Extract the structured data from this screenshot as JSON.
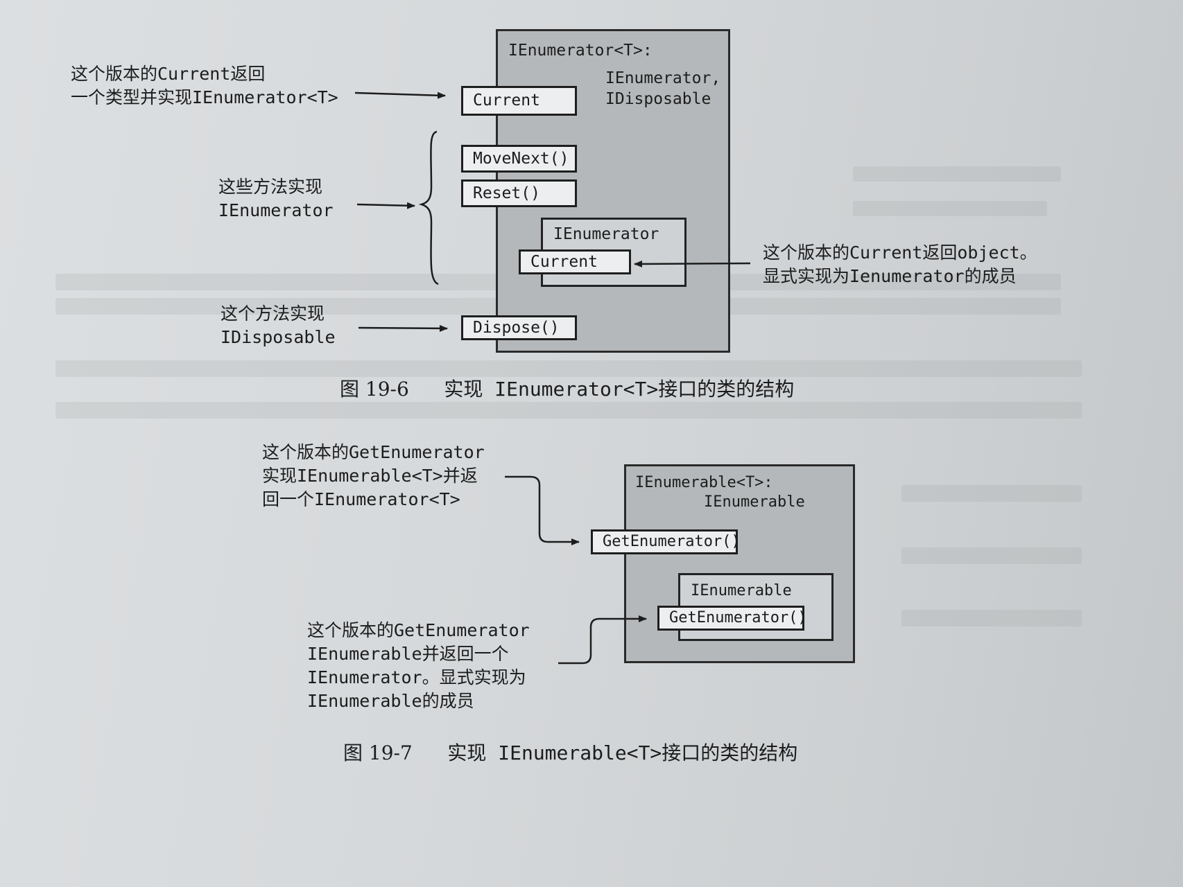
{
  "fig1": {
    "outer_header_line1": "IEnumerator<T>:",
    "outer_header_line2": "IEnumerator,",
    "outer_header_line3": "IDisposable",
    "current": "Current",
    "movenext": "MoveNext()",
    "reset": "Reset()",
    "inner_title": "IEnumerator",
    "inner_current": "Current",
    "dispose": "Dispose()",
    "note_current_line1": "这个版本的Current返回",
    "note_current_line2": "一个类型并实现IEnumerator<T>",
    "note_methods_line1": "这些方法实现",
    "note_methods_line2": "IEnumerator",
    "note_object_line1": "这个版本的Current返回object。",
    "note_object_line2": "显式实现为Ienumerator的成员",
    "note_dispose_line1": "这个方法实现",
    "note_dispose_line2": "IDisposable",
    "caption_label": "图 19-6",
    "caption_text": "实现 IEnumerator<T>接口的类的结构"
  },
  "fig2": {
    "outer_header_line1": "IEnumerable<T>:",
    "outer_header_line2": "IEnumerable",
    "getenumerator": "GetEnumerator()",
    "inner_title": "IEnumerable",
    "inner_getenumerator": "GetEnumerator()",
    "note_generic_line1": "这个版本的GetEnumerator",
    "note_generic_line2": "实现IEnumerable<T>并返",
    "note_generic_line3": "回一个IEnumerator<T>",
    "note_nongeneric_line1": "这个版本的GetEnumerator",
    "note_nongeneric_line2": "IEnumerable并返回一个",
    "note_nongeneric_line3": "IEnumerator。显式实现为",
    "note_nongeneric_line4": "IEnumerable的成员",
    "caption_label": "图 19-7",
    "caption_text": "实现 IEnumerable<T>接口的类的结构"
  },
  "colors": {
    "outer_fill": "#b5b8ba",
    "box_fill": "#eceeef",
    "inner_fill": "#cfd2d4",
    "ink": "#1c1c1c"
  }
}
